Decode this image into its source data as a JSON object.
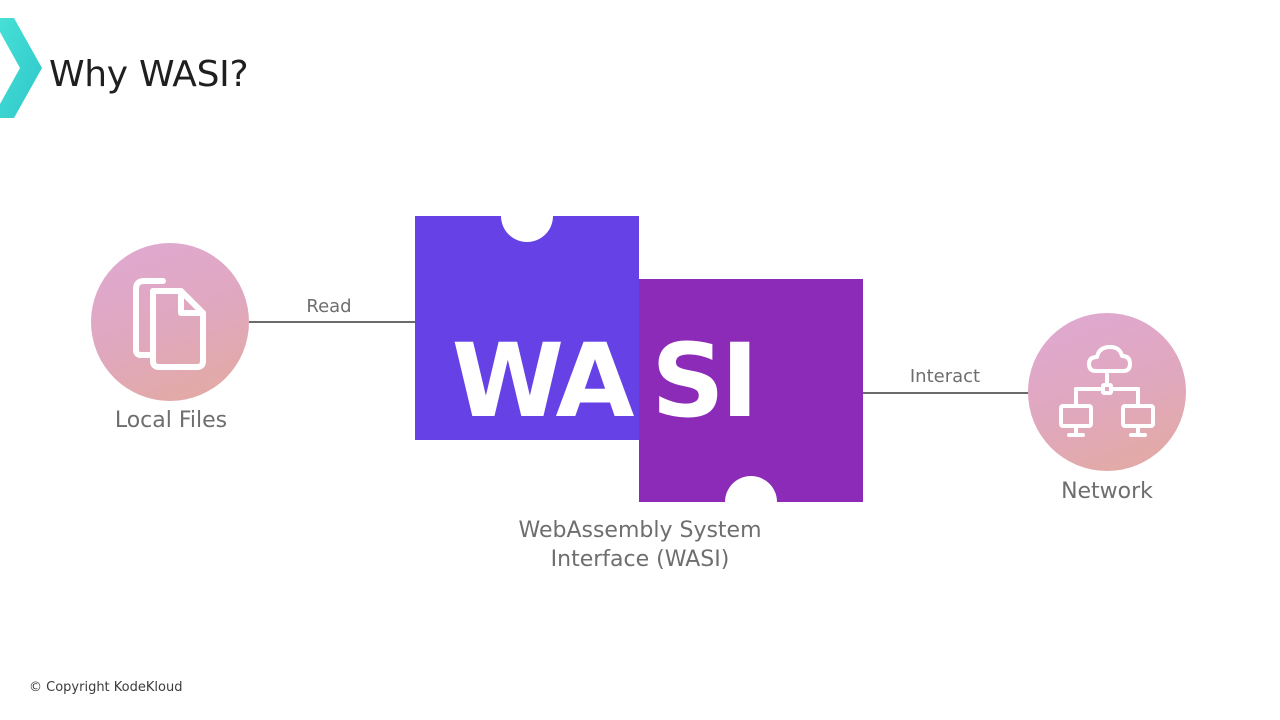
{
  "slide": {
    "title": "Why WASI?",
    "copyright": "© Copyright KodeKloud"
  },
  "nodes": {
    "local_files": {
      "label": "Local Files",
      "icon": "copy-files-icon"
    },
    "network": {
      "label": "Network",
      "icon": "cloud-network-icon"
    }
  },
  "connectors": {
    "read": "Read",
    "interact": "Interact"
  },
  "wasi_logo": {
    "left_text": "WA",
    "right_text": "SI",
    "caption_line1": "WebAssembly System",
    "caption_line2": "Interface (WASI)"
  },
  "colors": {
    "logo_left": "#6541e6",
    "logo_right": "#8c2bb8",
    "circle_gradient_start": "#dfa9d4",
    "circle_gradient_end": "#e3aa9f",
    "accent_teal": "#3fd6d0",
    "label_gray": "#6e6e6e",
    "line_gray": "#6b6b6b"
  }
}
